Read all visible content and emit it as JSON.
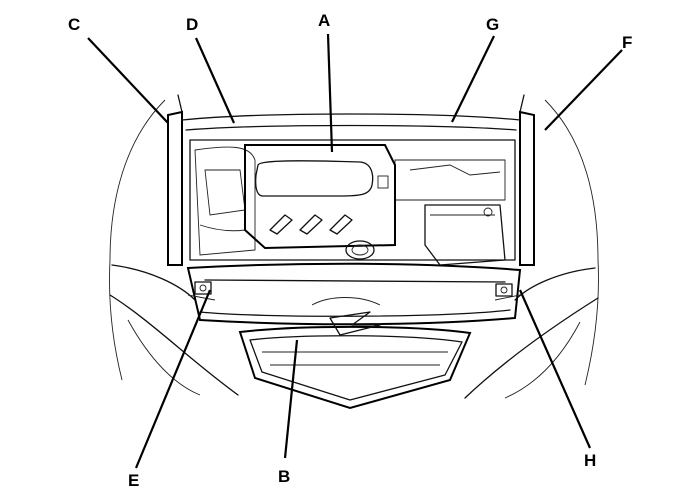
{
  "diagram": {
    "callouts": [
      {
        "id": "A",
        "label": "A"
      },
      {
        "id": "B",
        "label": "B"
      },
      {
        "id": "C",
        "label": "C"
      },
      {
        "id": "D",
        "label": "D"
      },
      {
        "id": "E",
        "label": "E"
      },
      {
        "id": "F",
        "label": "F"
      },
      {
        "id": "G",
        "label": "G"
      },
      {
        "id": "H",
        "label": "H"
      }
    ]
  }
}
